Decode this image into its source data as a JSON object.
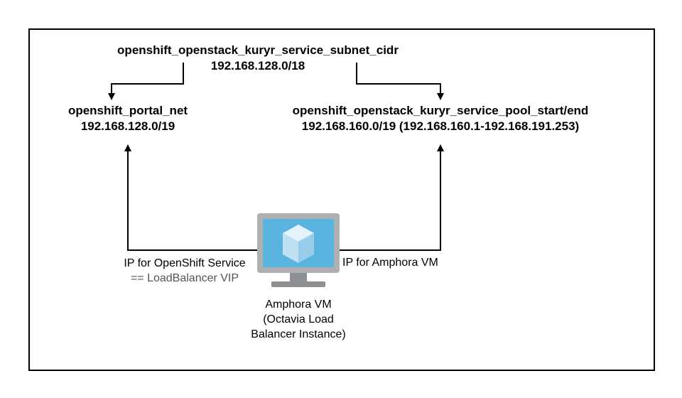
{
  "diagram": {
    "service_subnet": {
      "name": "openshift_openstack_kuryr_service_subnet_cidr",
      "cidr": "192.168.128.0/18"
    },
    "portal_net": {
      "name": "openshift_portal_net",
      "cidr": "192.168.128.0/19"
    },
    "service_pool": {
      "name": "openshift_openstack_kuryr_service_pool_start/end",
      "cidr": "192.168.160.0/19 (192.168.160.1-192.168.191.253)"
    },
    "left_edge": {
      "line1": "IP for OpenShift Service",
      "line2": "== LoadBalancer VIP"
    },
    "right_edge": {
      "line1": "IP for Amphora VM"
    },
    "vm": {
      "icon": "monitor-cube-icon",
      "line1": "Amphora VM",
      "line2": "(Octavia Load",
      "line3": "Balancer Instance)"
    }
  },
  "colors": {
    "monitor_frame": "#aeb0b3",
    "monitor_screen": "#5ab4e0",
    "monitor_stand": "#8d8f92",
    "cube_light": "#e4f2fa",
    "cube_mid": "#bfe0f2",
    "cube_dark": "#98cde9"
  }
}
